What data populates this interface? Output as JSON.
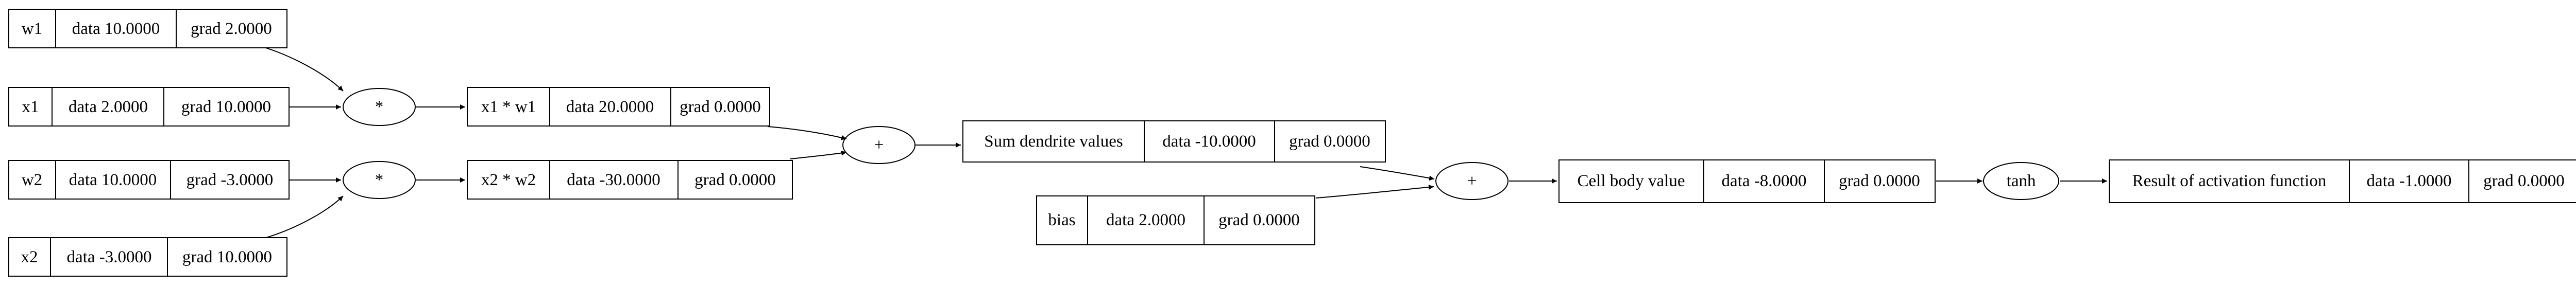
{
  "nodes": {
    "w1": {
      "label": "w1",
      "data": "data 10.0000",
      "grad": "grad 2.0000"
    },
    "x1": {
      "label": "x1",
      "data": "data 2.0000",
      "grad": "grad 10.0000"
    },
    "w2": {
      "label": "w2",
      "data": "data 10.0000",
      "grad": "grad -3.0000"
    },
    "x2": {
      "label": "x2",
      "data": "data -3.0000",
      "grad": "grad 10.0000"
    },
    "x1w1": {
      "label": "x1 * w1",
      "data": "data 20.0000",
      "grad": "grad 0.0000"
    },
    "x2w2": {
      "label": "x2 * w2",
      "data": "data -30.0000",
      "grad": "grad 0.0000"
    },
    "sum": {
      "label": "Sum dendrite values",
      "data": "data -10.0000",
      "grad": "grad 0.0000"
    },
    "bias": {
      "label": "bias",
      "data": "data 2.0000",
      "grad": "grad 0.0000"
    },
    "cell": {
      "label": "Cell body value",
      "data": "data -8.0000",
      "grad": "grad 0.0000"
    },
    "result": {
      "label": "Result of activation function",
      "data": "data -1.0000",
      "grad": "grad 0.0000"
    }
  },
  "ops": {
    "mul1": "*",
    "mul2": "*",
    "add1": "+",
    "add2": "+",
    "tanh": "tanh"
  }
}
